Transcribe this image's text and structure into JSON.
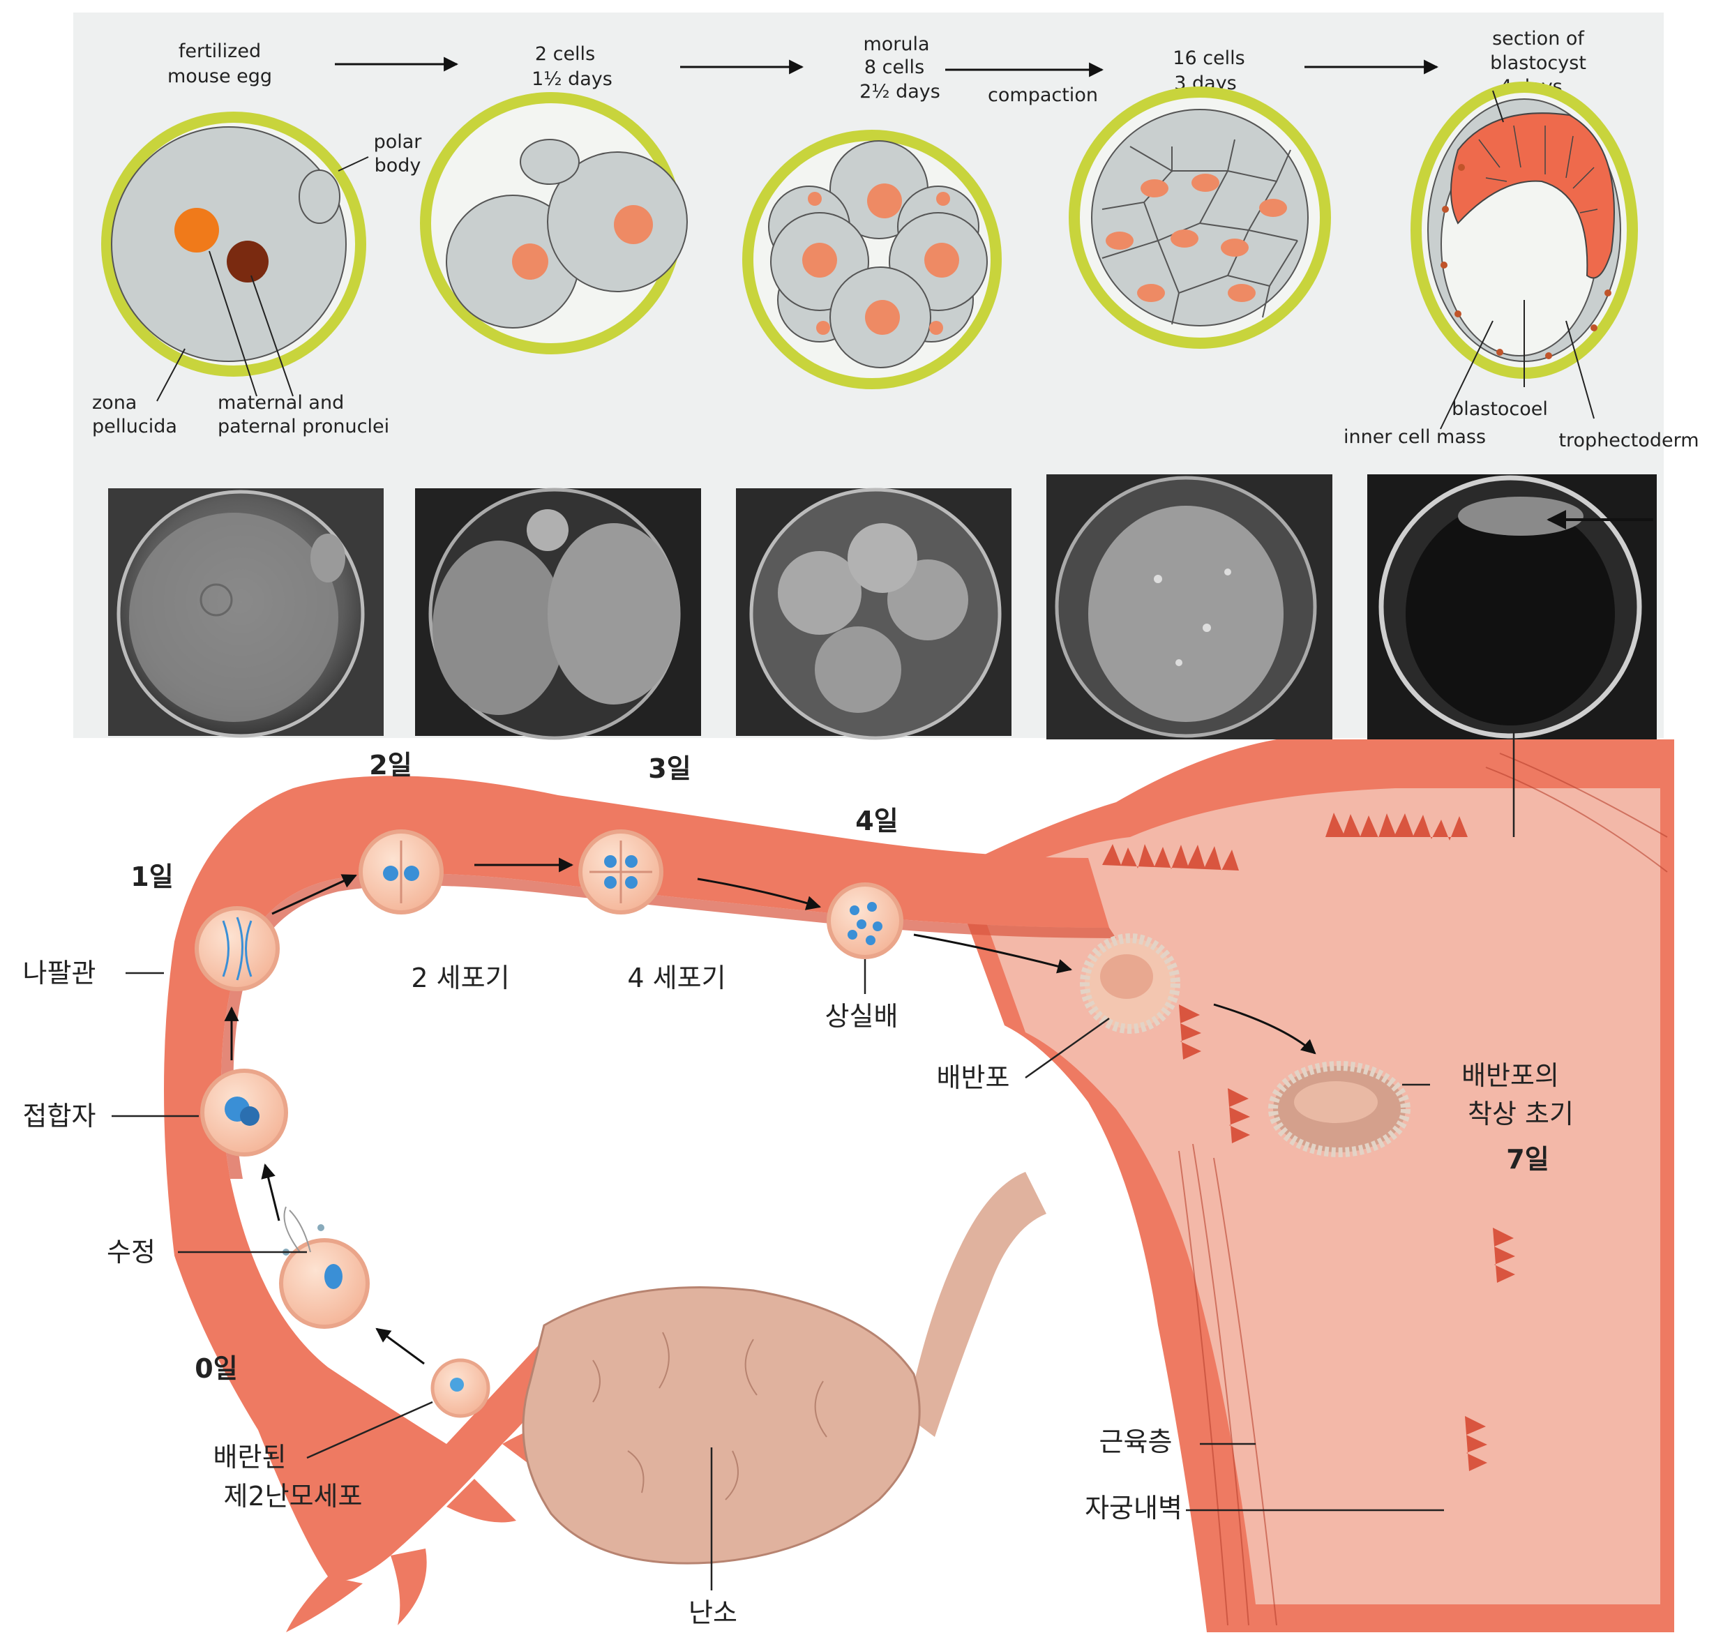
{
  "top_panel": {
    "stages": [
      {
        "label_lines": [
          "fertilized",
          "mouse egg"
        ]
      },
      {
        "label_lines": [
          "2 cells",
          "1½ days"
        ]
      },
      {
        "label_lines": [
          "morula",
          "8 cells",
          "2½ days"
        ]
      },
      {
        "label_lines": [
          "16 cells",
          "3 days"
        ]
      },
      {
        "label_lines": [
          "section of",
          "blastocyst",
          "4 days"
        ]
      }
    ],
    "arrow_label": "compaction",
    "annotations": {
      "polar_body": [
        "polar",
        "body"
      ],
      "zona_pellucida": [
        "zona",
        "pellucida"
      ],
      "pronuclei": [
        "maternal and",
        "paternal pronuclei"
      ],
      "inner_cell_mass": "inner cell mass",
      "blastocoel": "blastocoel",
      "trophectoderm": "trophectoderm"
    }
  },
  "bottom_panel": {
    "days": {
      "d0": "0일",
      "d1": "1일",
      "d2": "2일",
      "d3": "3일",
      "d4": "4일",
      "d7": "7일"
    },
    "labels": {
      "oviduct": "나팔관",
      "zygote": "접합자",
      "fertilization": "수정",
      "oocyte": [
        "배란된",
        "제2난모세포"
      ],
      "two_cell": "2 세포기",
      "four_cell": "4 세포기",
      "morula": "상실배",
      "blastocyst": "배반포",
      "implantation": [
        "배반포의",
        "착상 초기"
      ],
      "ovary": "난소",
      "muscle_layer": "근육층",
      "endometrium": "자궁내벽"
    }
  },
  "colors": {
    "zona": "#c8d43c",
    "cytoplasm": "#c9cfcf",
    "nucleus": "#ee8a64",
    "tissue": "#ee7a62",
    "tissue_dark": "#d9553f",
    "uterus_inner": "#f3b8a8",
    "ovary": "#e0b29e"
  }
}
